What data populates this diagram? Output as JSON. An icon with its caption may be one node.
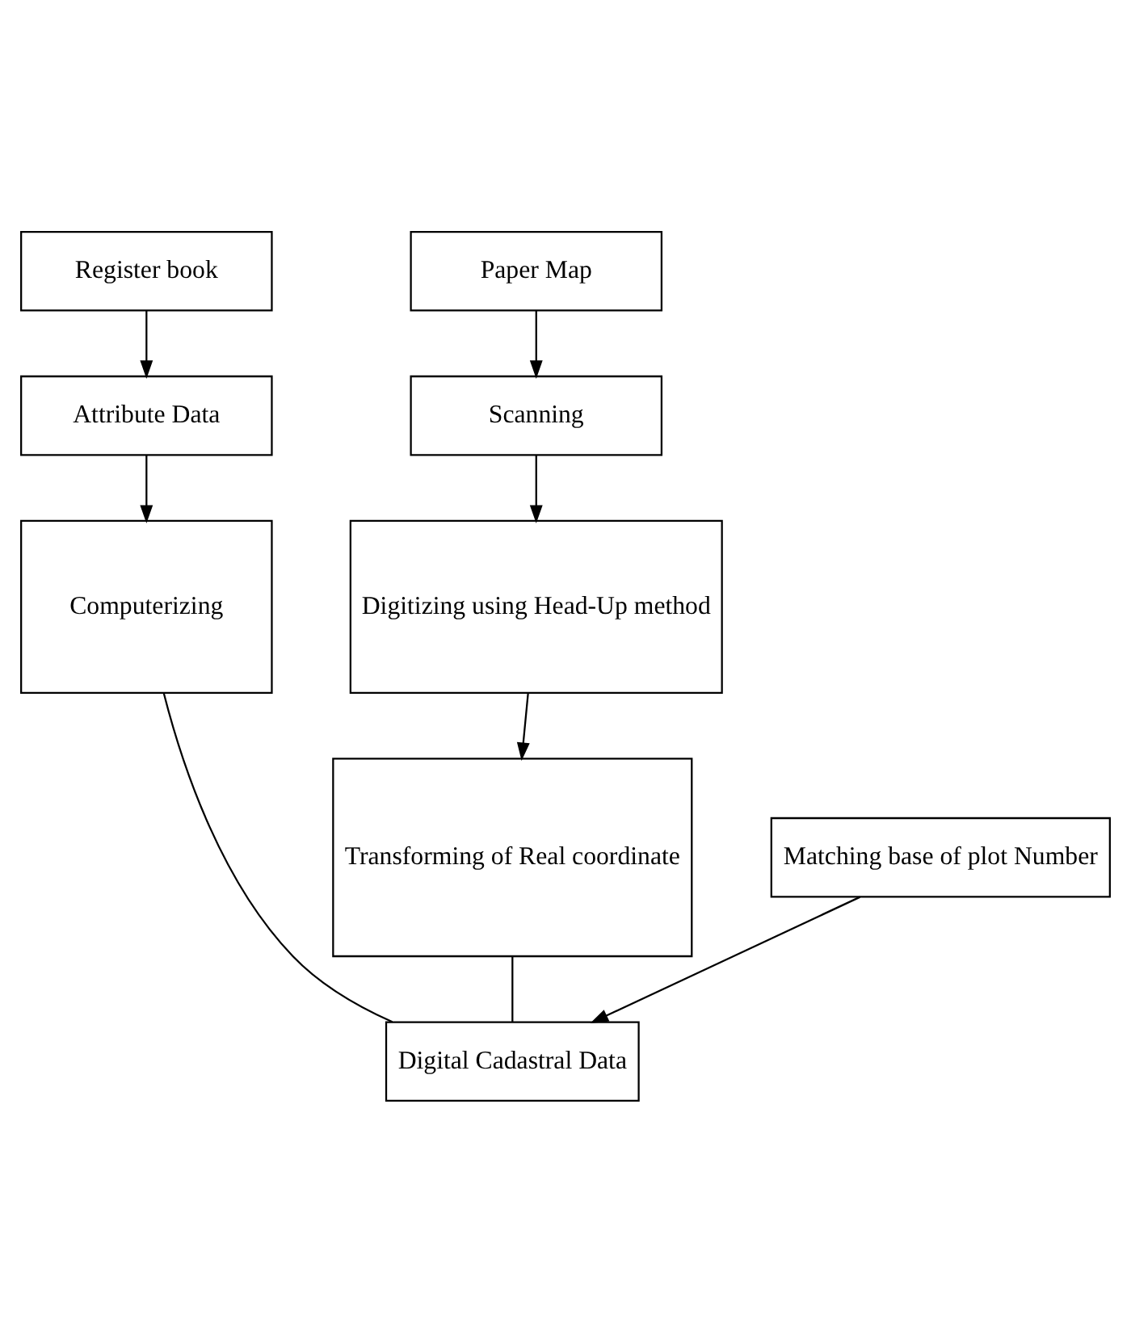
{
  "diagram": {
    "nodes": [
      {
        "text": [
          "Register book"
        ]
      },
      {
        "text": [
          "Paper Map"
        ]
      },
      {
        "text": [
          "Attribute Data"
        ]
      },
      {
        "text": [
          "Scanning"
        ]
      },
      {
        "text": [
          "Computerizing"
        ]
      },
      {
        "text": [
          "Digitizing using Head-Up method"
        ]
      },
      {
        "text": [
          "Transforming of Real coordinate"
        ]
      },
      {
        "text": [
          "Matching base of plot Number"
        ]
      },
      {
        "text": [
          "Digital Cadastral Data"
        ]
      }
    ],
    "edges": [
      {
        "from": 0,
        "to": 2,
        "arrow": "to"
      },
      {
        "from": 2,
        "to": 4,
        "arrow": "to"
      },
      {
        "from": 1,
        "to": 3,
        "arrow": "to"
      },
      {
        "from": 3,
        "to": 5,
        "arrow": "to"
      },
      {
        "from": 5,
        "to": 6,
        "arrow": "to"
      },
      {
        "from": 4,
        "to": 8,
        "arrow": "none"
      },
      {
        "from": 7,
        "to": 8,
        "arrow": "to"
      },
      {
        "from": 6,
        "to": 8,
        "arrow": "none"
      }
    ]
  }
}
